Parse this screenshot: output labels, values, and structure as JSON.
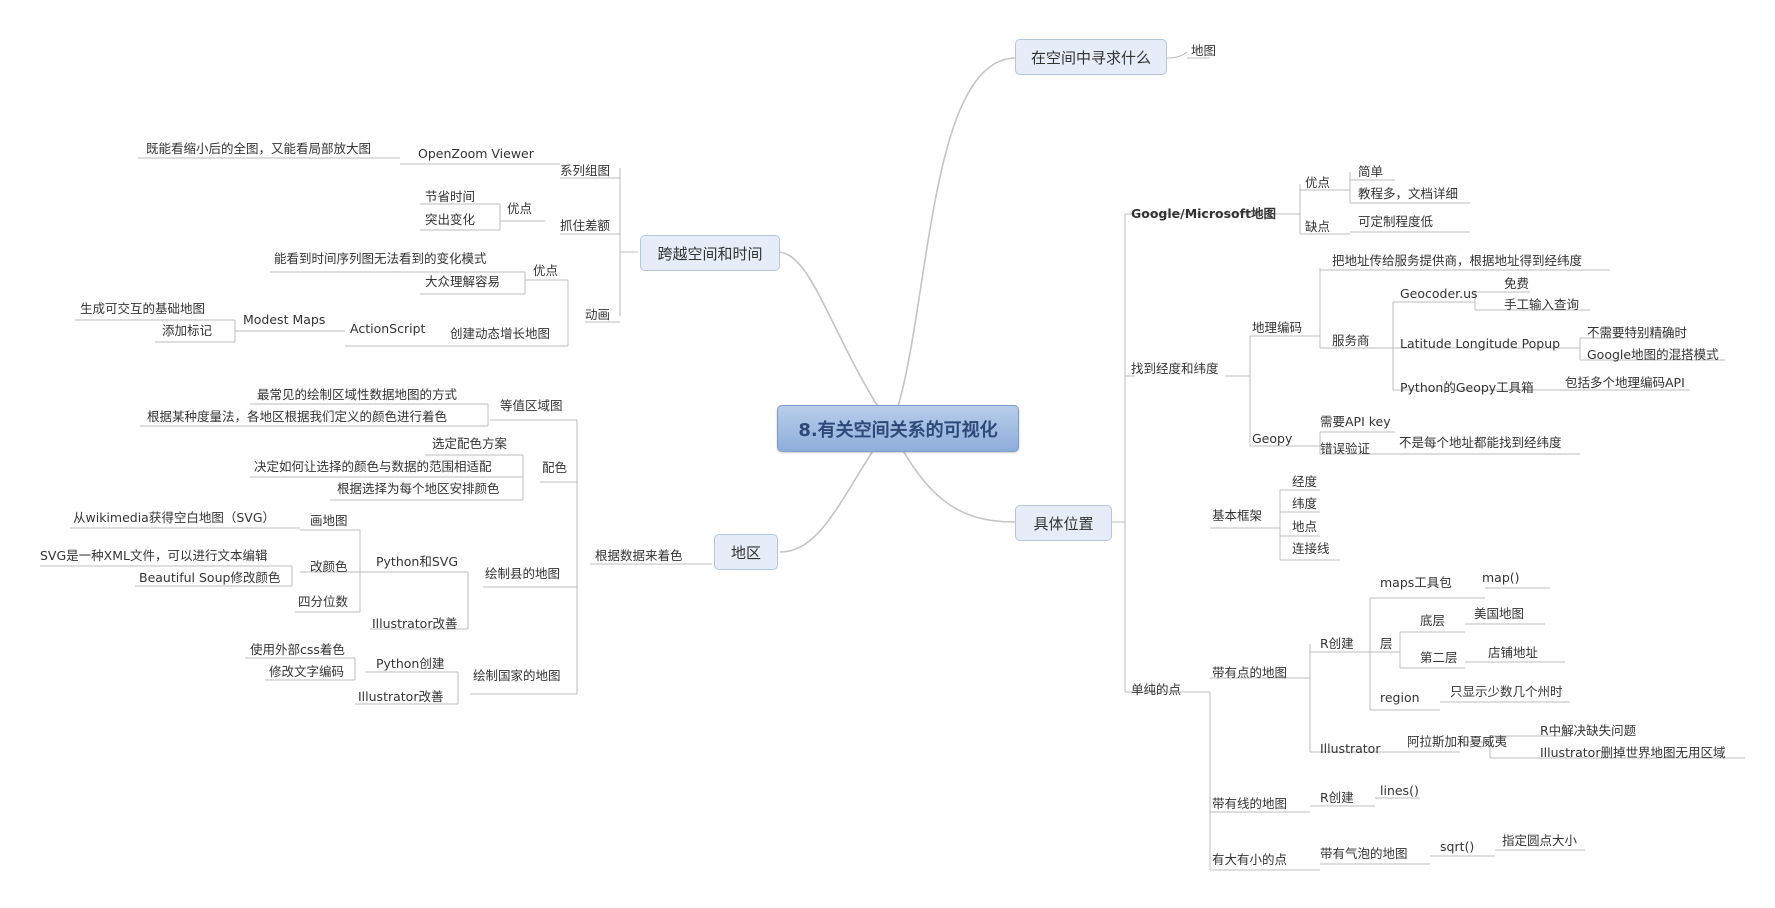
{
  "central": "8.有关空间关系的可视化",
  "main_topics": {
    "search": "在空间中寻求什么",
    "span": "跨越空间和时间",
    "region": "地区",
    "location": "具体位置"
  },
  "search": {
    "map": "地图"
  },
  "span": {
    "series": "系列组图",
    "openzoom": "OpenZoom Viewer",
    "openzoom_desc": "既能看缩小后的全图，又能看局部放大图",
    "diff": "抓住差额",
    "diff_adv": "优点",
    "diff_adv1": "节省时间",
    "diff_adv2": "突出变化",
    "anim": "动画",
    "anim_adv": "优点",
    "anim_adv1": "能看到时间序列图无法看到的变化模式",
    "anim_adv2": "大众理解容易",
    "anim_create": "创建动态增长地图",
    "actionscript": "ActionScript",
    "modest": "Modest Maps",
    "modest1": "生成可交互的基础地图",
    "modest2": "添加标记"
  },
  "region": {
    "color_by_data": "根据数据来着色",
    "choropleth": "等值区域图",
    "choro1": "最常见的绘制区域性数据地图的方式",
    "choro2": "根据某种度量法，各地区根据我们定义的颜色进行着色",
    "coloring": "配色",
    "color1": "选定配色方案",
    "color2": "决定如何让选择的颜色与数据的范围相适配",
    "color3": "根据选择为每个地区安排颜色",
    "county": "绘制县的地图",
    "python_svg": "Python和SVG",
    "draw_map": "画地图",
    "draw_map1": "从wikimedia获得空白地图（SVG）",
    "change_color": "改颜色",
    "change1": "SVG是一种XML文件，可以进行文本编辑",
    "change2": "Beautiful Soup修改颜色",
    "quartile": "四分位数",
    "illus_county": "Illustrator改善",
    "country": "绘制国家的地图",
    "py_create": "Python创建",
    "py1": "使用外部css着色",
    "py2": "修改文字编码",
    "illus_country": "Illustrator改善"
  },
  "location": {
    "google_ms": "Google/Microsoft地图",
    "pros": "优点",
    "pros1": "简单",
    "pros2": "教程多，文档详细",
    "cons": "缺点",
    "cons1": "可定制程度低",
    "find_latlng": "找到经度和纬度",
    "geocode": "地理编码",
    "geocode_desc": "把地址传给服务提供商，根据地址得到经纬度",
    "provider": "服务商",
    "geocoder_us": "Geocoder.us",
    "free": "免费",
    "manual": "手工输入查询",
    "llpopup": "Latitude Longitude Popup",
    "llp1": "不需要特别精确时",
    "llp2": "Google地图的混搭模式",
    "geopy_tool": "Python的Geopy工具箱",
    "geopy_tool1": "包括多个地理编码API",
    "geopy": "Geopy",
    "need_key": "需要API key",
    "error_check": "错误验证",
    "error1": "不是每个地址都能找到经纬度",
    "points": "单纯的点",
    "framework": "基本框架",
    "fw1": "经度",
    "fw2": "纬度",
    "fw3": "地点",
    "fw4": "连接线",
    "map_points": "带有点的地图",
    "r_create": "R创建",
    "maps_pkg": "maps工具包",
    "map_fn": "map()",
    "layer": "层",
    "base": "底层",
    "base1": "美国地图",
    "second": "第二层",
    "second1": "店铺地址",
    "region_arg": "region",
    "region1": "只显示少数几个州时",
    "illustrator": "Illustrator",
    "alaska": "阿拉斯加和夏威夷",
    "alaska1": "R中解决缺失问题",
    "alaska2": "Illustrator删掉世界地图无用区域",
    "map_lines": "带有线的地图",
    "r_create2": "R创建",
    "lines_fn": "lines()",
    "size_points": "有大有小的点",
    "bubble": "带有气泡的地图",
    "sqrt": "sqrt()",
    "sqrt1": "指定圆点大小"
  }
}
